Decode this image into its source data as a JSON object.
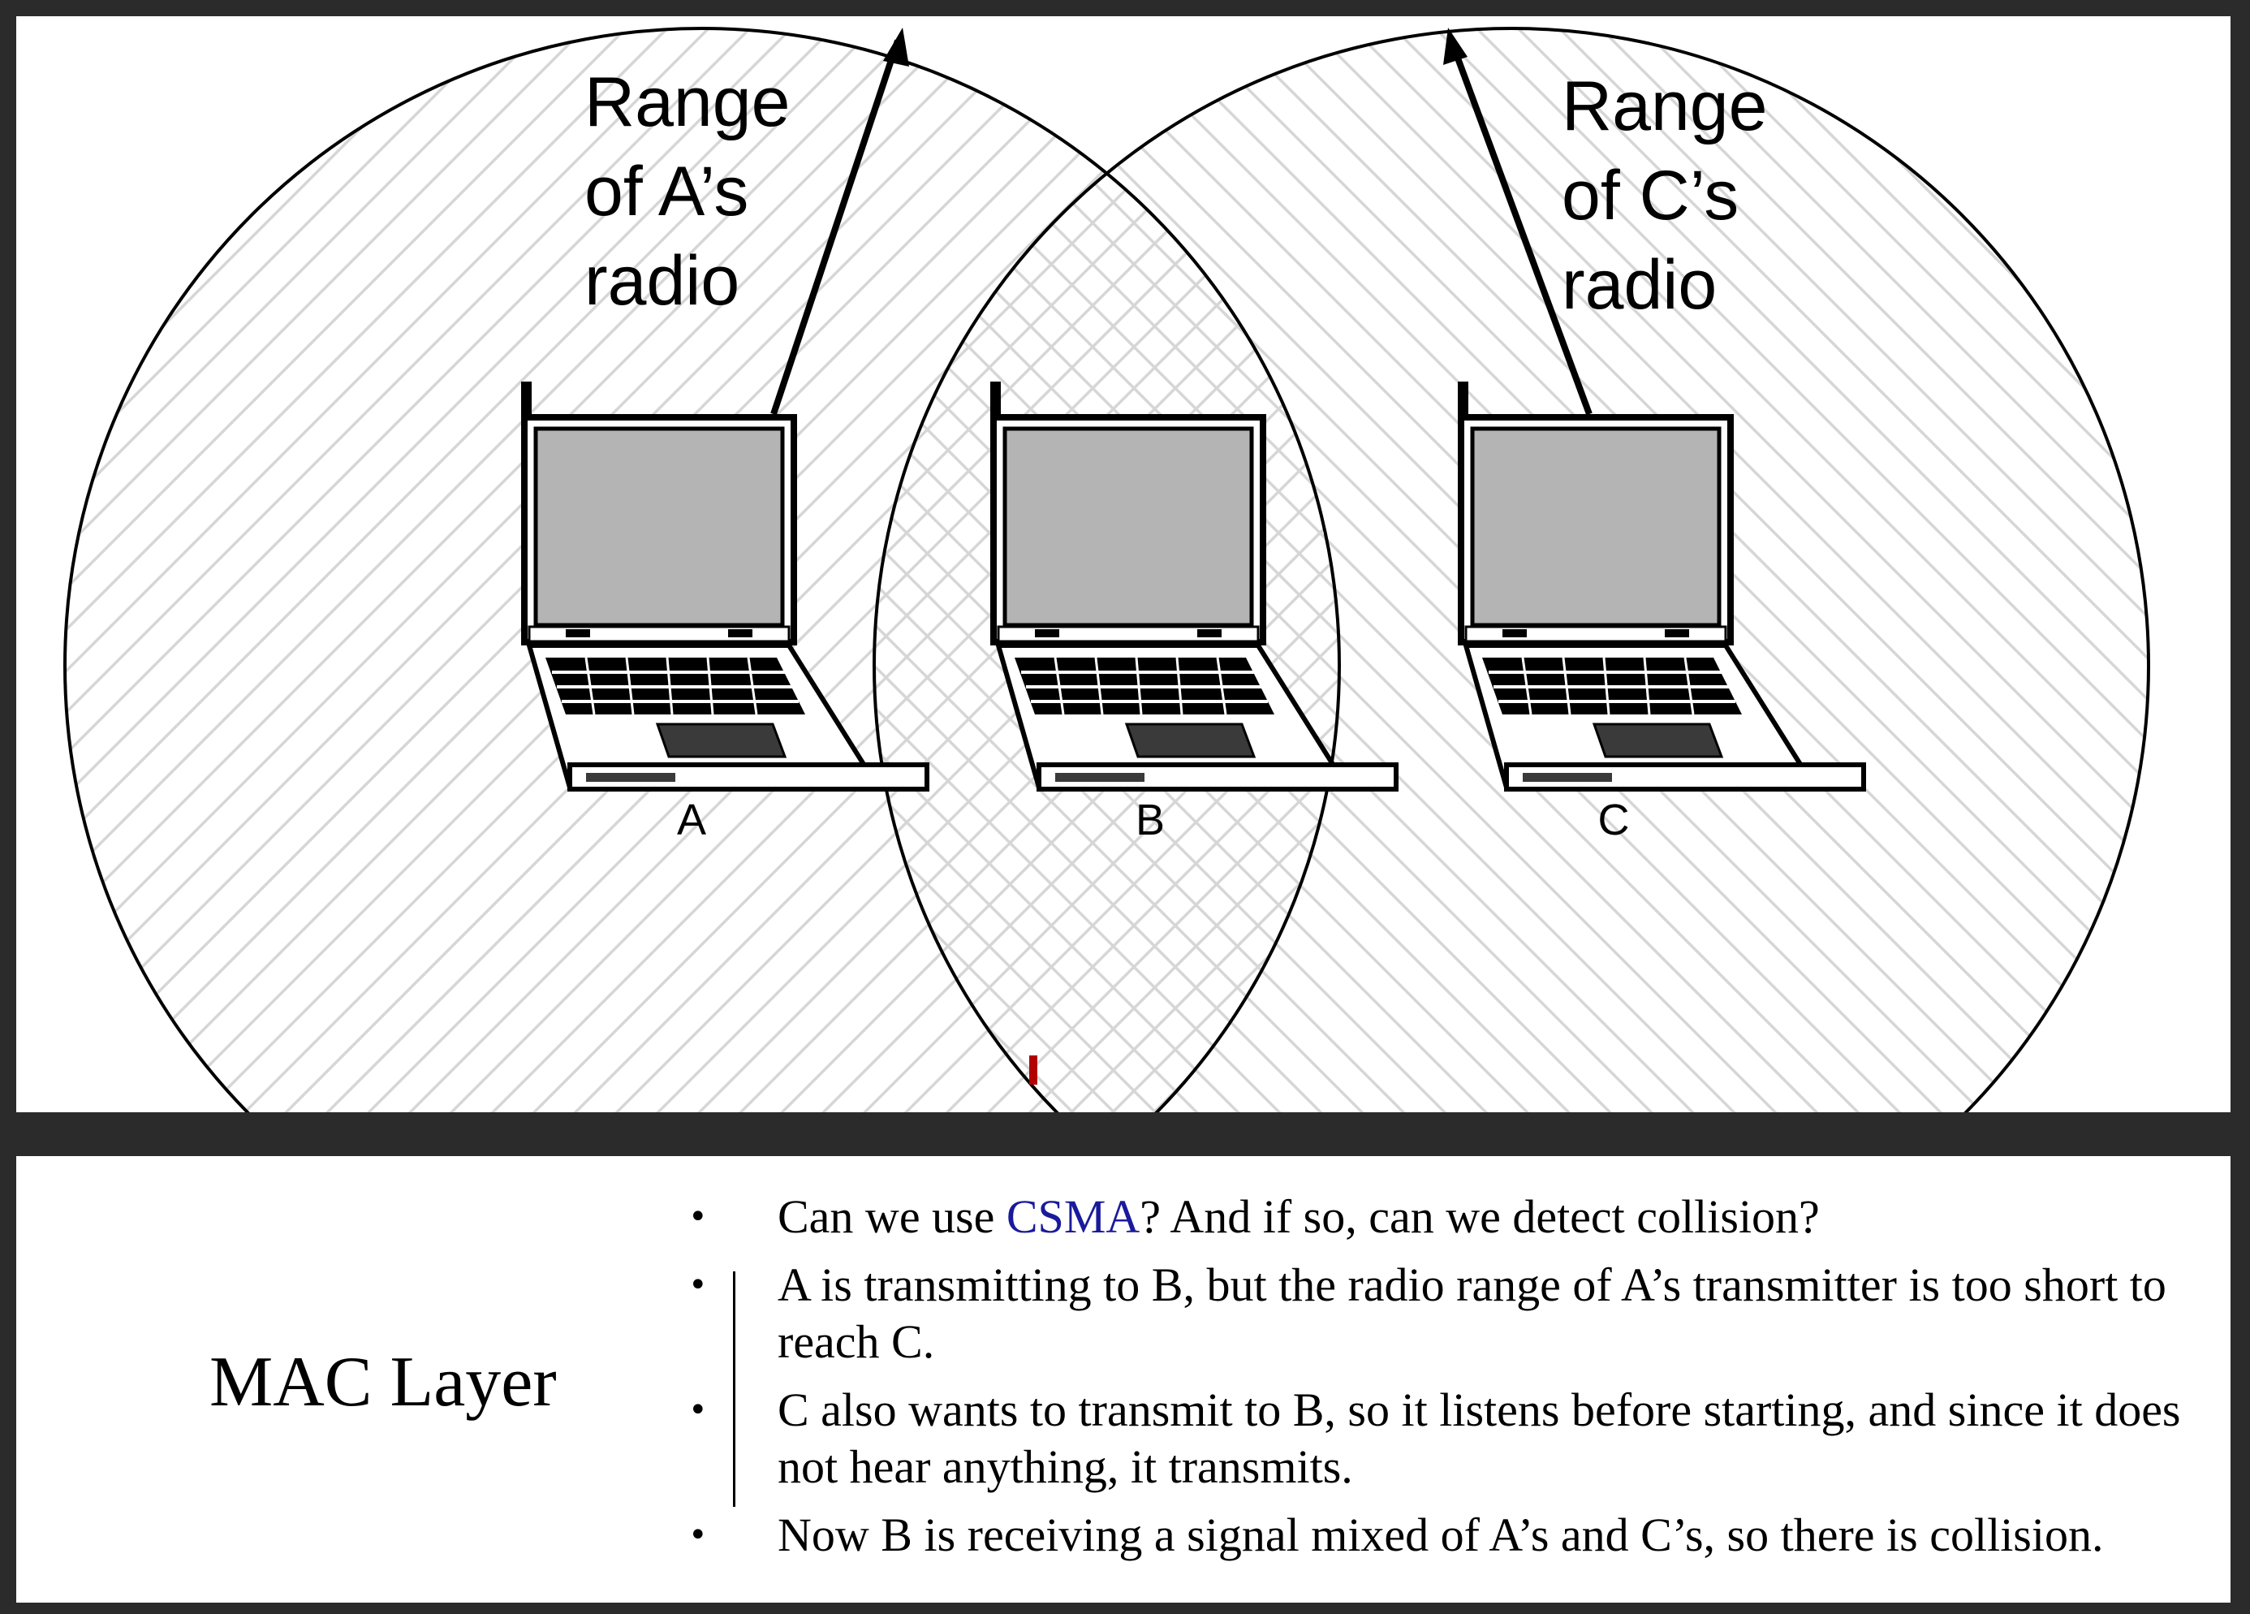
{
  "diagram": {
    "range_a_label": [
      "Range",
      "of A’s",
      "radio"
    ],
    "range_c_label": [
      "Range",
      "of C’s",
      "radio"
    ],
    "stations": [
      "A",
      "B",
      "C"
    ],
    "colors": {
      "hatch": "#d6d6d6",
      "screen": "#b4b4b4",
      "touchpad": "#3a3a3a",
      "marker": "#b00000"
    }
  },
  "slide": {
    "title": "MAC Layer",
    "bullets": [
      {
        "before": "Can we use ",
        "highlight": "CSMA",
        "after": "? And if so, can we detect collision?"
      },
      {
        "text": "A is transmitting to B, but the radio range of A’s transmitter is too short to reach C."
      },
      {
        "text": "C also wants to transmit to B, so it listens before starting, and since it does not hear anything, it transmits."
      },
      {
        "text": "Now B is receiving a signal mixed of A’s and C’s, so there is collision."
      }
    ],
    "accent_color": "#1a1a9c"
  }
}
